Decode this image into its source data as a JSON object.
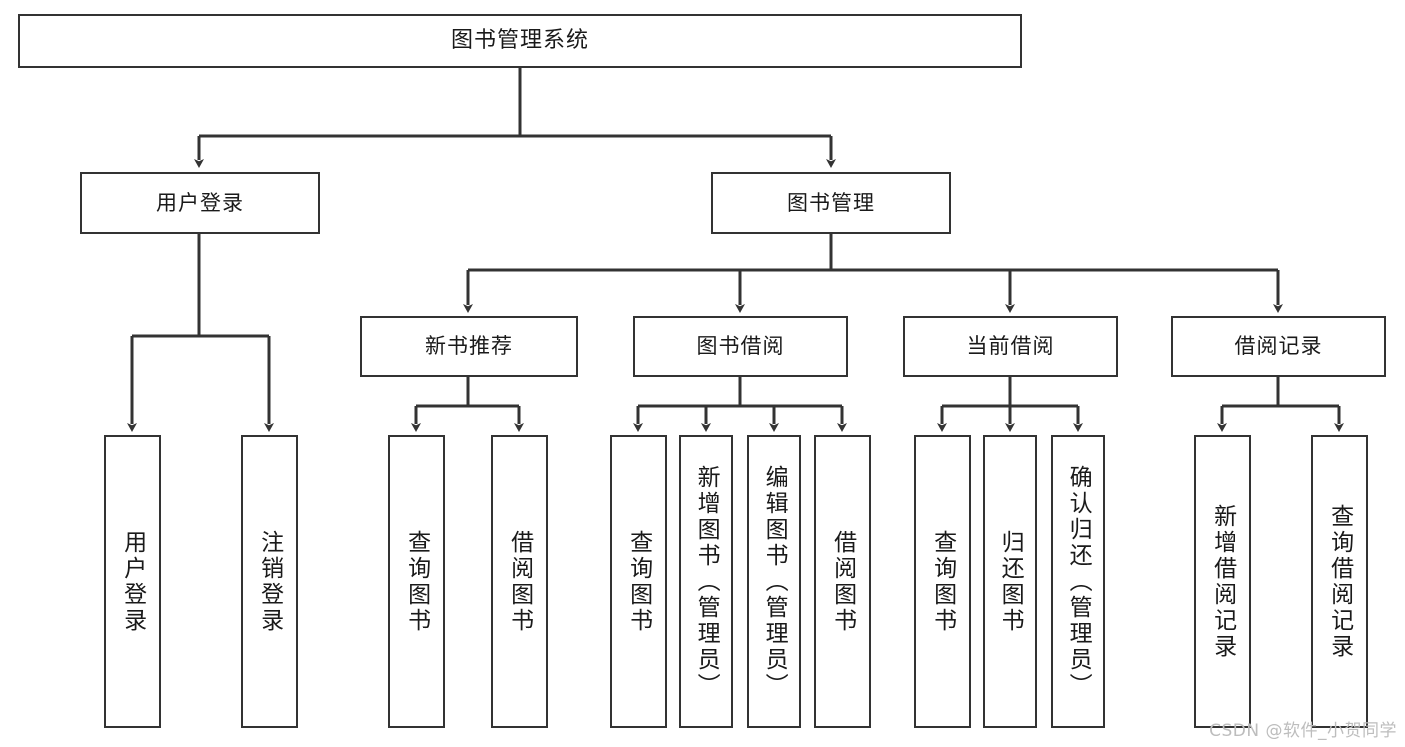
{
  "diagram": {
    "title": "图书管理系统",
    "type": "tree",
    "watermark": "CSDN @软件_小贺同学",
    "colors": {
      "box_border": "#333333",
      "box_fill": "#ffffff",
      "line": "#333333",
      "text": "#1a1a1a",
      "watermark": "#bdbdbd"
    },
    "root": {
      "label": "图书管理系统"
    },
    "level2": [
      {
        "label": "用户登录"
      },
      {
        "label": "图书管理"
      }
    ],
    "level3": [
      {
        "label": "新书推荐"
      },
      {
        "label": "图书借阅"
      },
      {
        "label": "当前借阅"
      },
      {
        "label": "借阅记录"
      }
    ],
    "leaves": {
      "user_login": [
        {
          "label": "用户登录"
        },
        {
          "label": "注销登录"
        }
      ],
      "new_book_recommend": [
        {
          "label": "查询图书"
        },
        {
          "label": "借阅图书"
        }
      ],
      "book_borrow": [
        {
          "label": "查询图书"
        },
        {
          "label": "新增图书（管理员）"
        },
        {
          "label": "编辑图书（管理员）"
        },
        {
          "label": "借阅图书"
        }
      ],
      "current_borrow": [
        {
          "label": "查询图书"
        },
        {
          "label": "归还图书"
        },
        {
          "label": "确认归还（管理员）"
        }
      ],
      "borrow_record": [
        {
          "label": "新增借阅记录"
        },
        {
          "label": "查询借阅记录"
        }
      ]
    }
  }
}
